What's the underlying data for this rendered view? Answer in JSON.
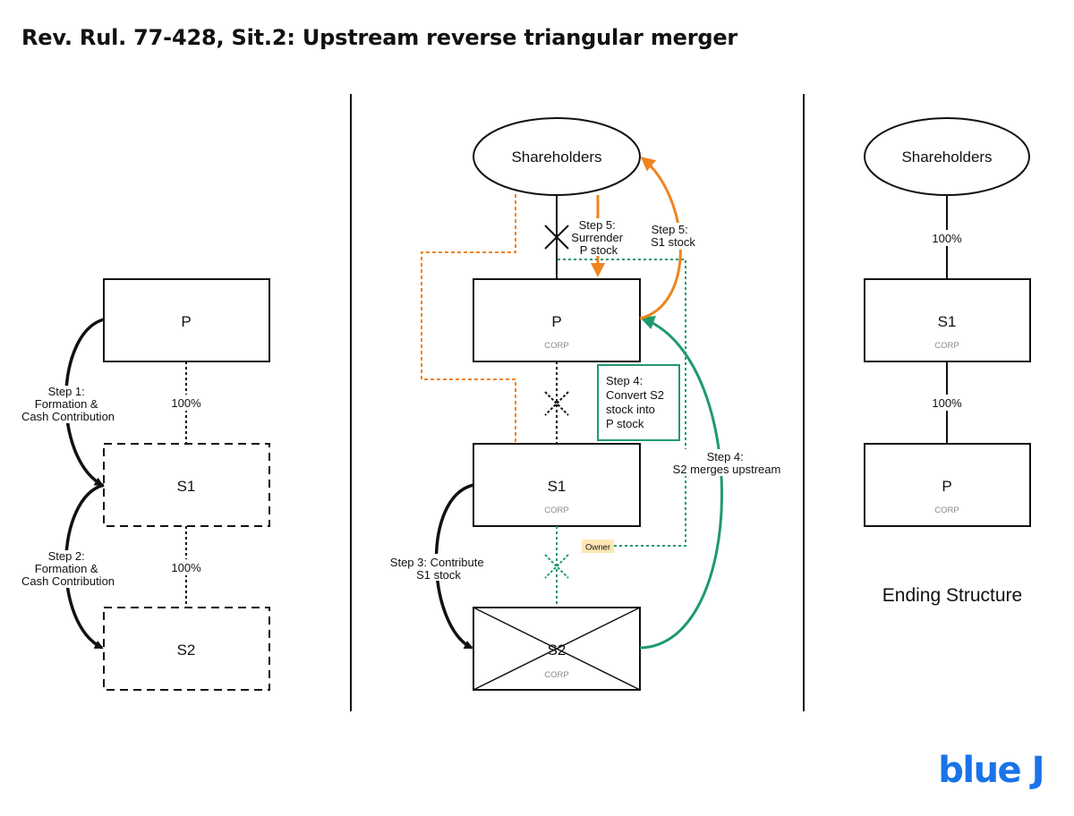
{
  "title": "Rev. Rul. 77-428, Sit.2: Upstream reverse triangular merger",
  "colors": {
    "orange": "#ee8420",
    "green": "#1f9a6c",
    "owner_badge": "#fde7b3",
    "logo": "#1a73e8",
    "line": "#111111"
  },
  "panel_left": {
    "entities": {
      "p": "P",
      "s1": "S1",
      "s2": "S2"
    },
    "ownership": {
      "p_s1": "100%",
      "s1_s2": "100%"
    },
    "steps": {
      "step1": [
        "Step 1:",
        "Formation &",
        "Cash Contribution"
      ],
      "step2": [
        "Step 2:",
        "Formation &",
        "Cash Contribution"
      ]
    }
  },
  "panel_middle": {
    "shareholders": "Shareholders",
    "entities": {
      "p": "P",
      "s1": "S1",
      "s2": "S2"
    },
    "corp_label": "CORP",
    "owner_badge": "Owner",
    "steps": {
      "step3": [
        "Step 3: Contribute",
        "S1 stock"
      ],
      "step4_box": [
        "Step 4:",
        "Convert S2",
        "stock into",
        "P stock"
      ],
      "step4_merge": [
        "Step 4:",
        "S2 merges upstream"
      ],
      "step5_surrender": [
        "Step 5:",
        "Surrender",
        "P stock"
      ],
      "step5_s1": [
        "Step 5:",
        "S1 stock"
      ]
    }
  },
  "panel_right": {
    "shareholders": "Shareholders",
    "entities": {
      "s1": "S1",
      "p": "P"
    },
    "corp_label": "CORP",
    "ownership": {
      "sh_s1": "100%",
      "s1_p": "100%"
    },
    "caption": "Ending Structure"
  },
  "logo": "blue J",
  "icons": [
    "x-mark-icon",
    "arrow-head-icon"
  ]
}
